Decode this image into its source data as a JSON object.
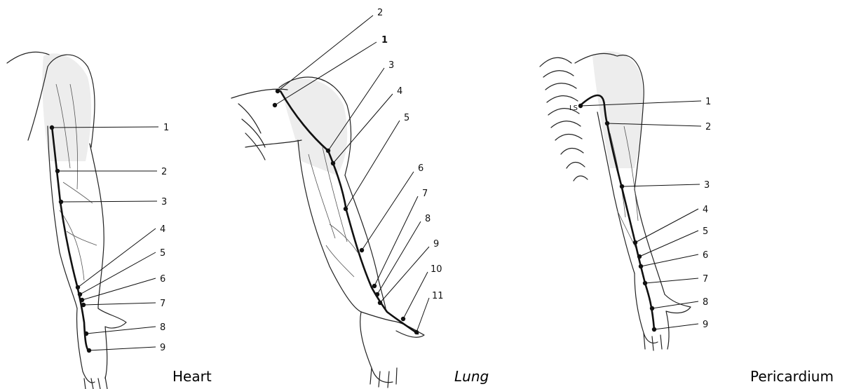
{
  "figures": [
    {
      "name": "Heart",
      "points": [
        "1",
        "2",
        "3",
        "4",
        "5",
        "6",
        "7",
        "8",
        "9"
      ]
    },
    {
      "name": "Lung",
      "points": [
        "2",
        "1",
        "3",
        "4",
        "5",
        "6",
        "7",
        "8",
        "9",
        "10",
        "11"
      ]
    },
    {
      "name": "Pericardium",
      "points": [
        "1",
        "2",
        "3",
        "4",
        "5",
        "6",
        "7",
        "8",
        "9"
      ],
      "inset_label": "LS"
    }
  ]
}
